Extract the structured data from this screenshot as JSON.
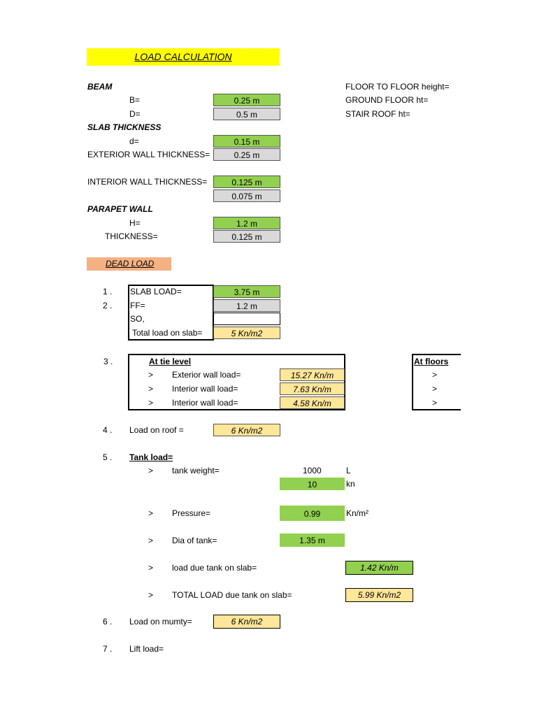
{
  "title": "LOAD CALCULATION",
  "beam": {
    "heading": "BEAM",
    "b_label": "B=",
    "b_value": "0.25 m",
    "d_label": "D=",
    "d_value": "0.5 m"
  },
  "slab": {
    "heading": "SLAB THICKNESS",
    "d_label": "d=",
    "d_value": "0.15 m"
  },
  "ext_wall": {
    "label": "EXTERIOR WALL THICKNESS=",
    "value": "0.25 m"
  },
  "int_wall": {
    "label": "INTERIOR WALL THICKNESS=",
    "value1": "0.125 m",
    "value2": "0.075 m"
  },
  "parapet": {
    "heading": "PARAPET WALL",
    "h_label": "H=",
    "h_value": "1.2 m",
    "t_label": "THICKNESS=",
    "t_value": "0.125 m"
  },
  "right_labels": {
    "floor": "FLOOR TO FLOOR height=",
    "ground": "GROUND FLOOR ht=",
    "stair": "STAIR ROOF ht="
  },
  "dead_load": "DEAD LOAD",
  "items": {
    "n1": "1 .",
    "n2": "2 .",
    "n3": "3 .",
    "n4": "4 .",
    "n5": "5 .",
    "n6": "6 .",
    "n7": "7 .",
    "slab_load_label": "SLAB LOAD=",
    "slab_load_value": "3.75 m",
    "ff_label": "FF=",
    "ff_value": "1.2 m",
    "so_label": "SO,",
    "total_slab_label": "Total load on slab=",
    "total_slab_value": "5 Kn/m2",
    "tie_heading": "At tie level",
    "arrow": ">",
    "ext_wall_load_label": "Exterior wall load=",
    "ext_wall_load_value": "15.27 Kn/m",
    "int_wall_load_label": "Interior wall load=",
    "int_wall_load_value": "7.63 Kn/m",
    "int_wall_load2_label": "Interior wall load=",
    "int_wall_load2_value": "4.58 Kn/m",
    "floors_heading": "At floors",
    "roof_label": "Load on roof =",
    "roof_value": "6 Kn/m2",
    "tank_heading": "Tank load=",
    "tank_weight_label": "tank weight=",
    "tank_weight_value": "1000",
    "tank_weight_unit": "L",
    "tank_kn_value": "10",
    "tank_kn_unit": "kn",
    "pressure_label": "Pressure=",
    "pressure_value": "0.99",
    "pressure_unit": "Kn/m²",
    "dia_label": "Dia of tank=",
    "dia_value": "1.35 m",
    "load_due_tank_label": "load due tank on slab=",
    "load_due_tank_value": "1.42 Kn/m",
    "total_tank_label": "TOTAL LOAD  due tank on slab=",
    "total_tank_value": "5.99 Kn/m2",
    "mumty_label": "Load on mumty=",
    "mumty_value": "6 Kn/m2",
    "lift_label": "Lift load="
  }
}
